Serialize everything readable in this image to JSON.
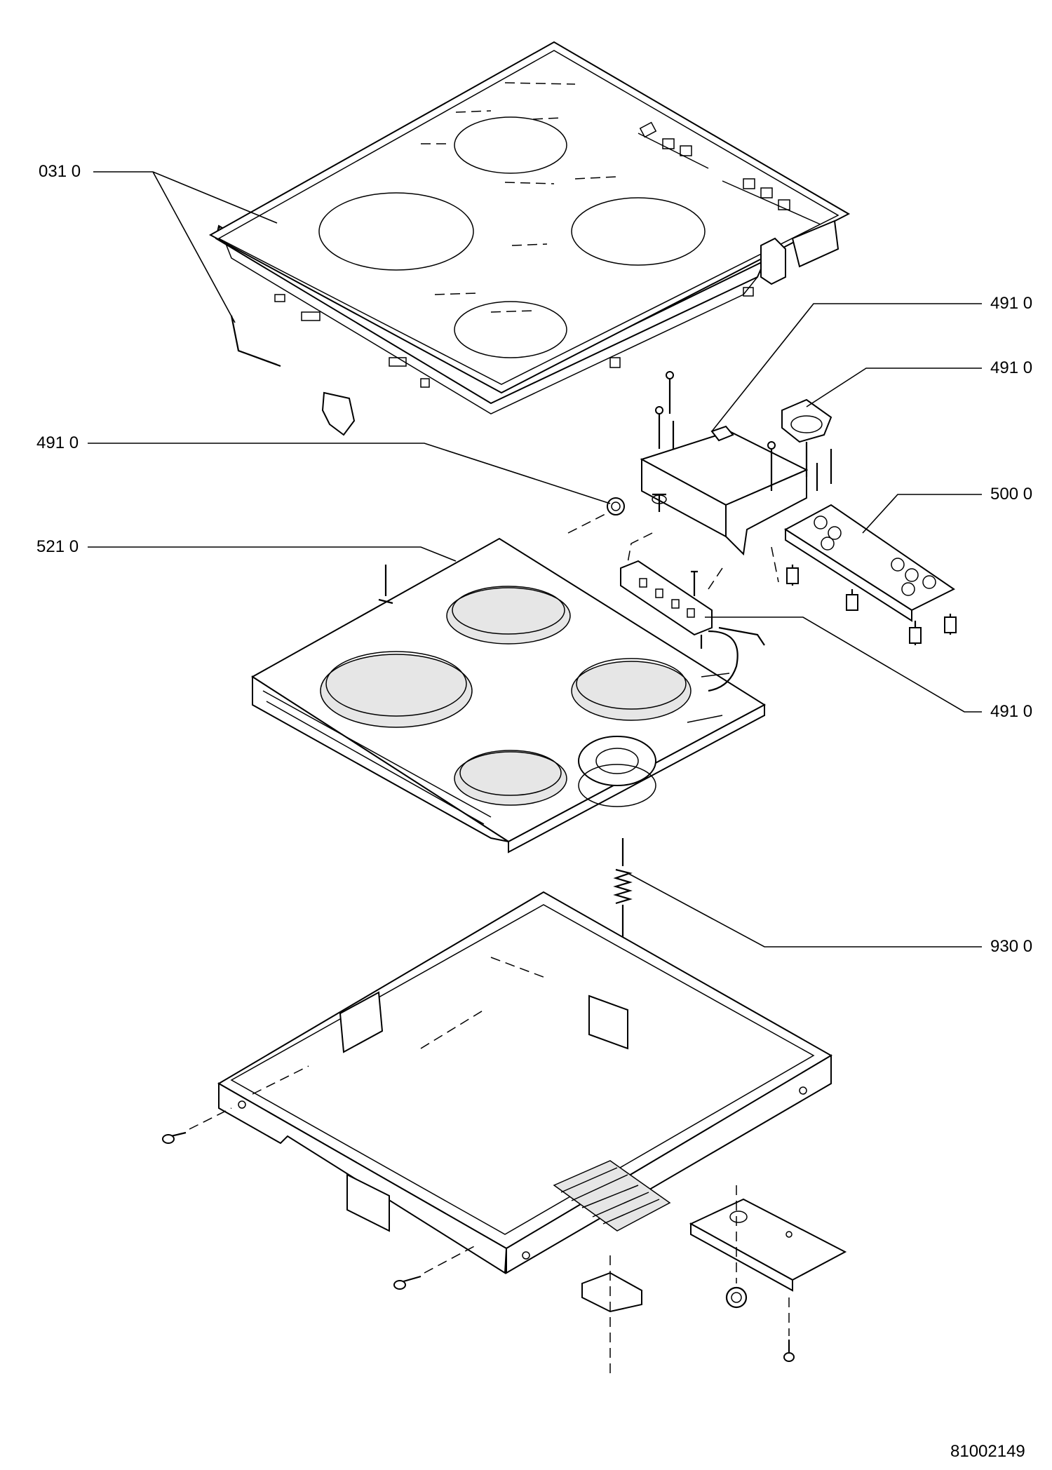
{
  "callouts": {
    "glass_top": "031 0",
    "control_box": "491 0",
    "knob_part": "491 0",
    "grommet": "491 0",
    "touch_board": "500 0",
    "heating_plate": "521 0",
    "connector": "491 0",
    "spring": "930 0"
  },
  "drawing_number": "81002149"
}
